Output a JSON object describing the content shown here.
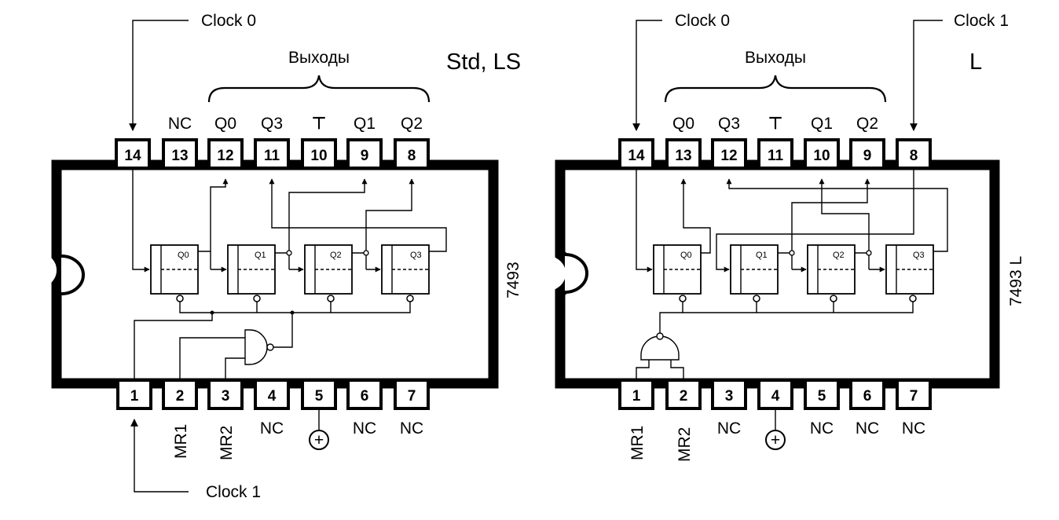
{
  "left_chip": {
    "variant": "Std, LS",
    "part": "7493",
    "outputs_label": "Выходы",
    "clock0": "Clock 0",
    "clock1": "Clock 1",
    "top_pins": [
      {
        "num": "14",
        "label": ""
      },
      {
        "num": "13",
        "label": "NC"
      },
      {
        "num": "12",
        "label": "Q0"
      },
      {
        "num": "11",
        "label": "Q3"
      },
      {
        "num": "10",
        "label": "⊤"
      },
      {
        "num": "9",
        "label": "Q1"
      },
      {
        "num": "8",
        "label": "Q2"
      }
    ],
    "bottom_pins": [
      {
        "num": "1",
        "label": ""
      },
      {
        "num": "2",
        "label": "MR1"
      },
      {
        "num": "3",
        "label": "MR2"
      },
      {
        "num": "4",
        "label": "NC"
      },
      {
        "num": "5",
        "label": "+"
      },
      {
        "num": "6",
        "label": "NC"
      },
      {
        "num": "7",
        "label": "NC"
      }
    ],
    "flipflops": [
      "Q0",
      "Q1",
      "Q2",
      "Q3"
    ]
  },
  "right_chip": {
    "variant": "L",
    "part": "7493 L",
    "outputs_label": "Выходы",
    "clock0": "Clock 0",
    "clock1": "Clock 1",
    "top_pins": [
      {
        "num": "14",
        "label": ""
      },
      {
        "num": "13",
        "label": "Q0"
      },
      {
        "num": "12",
        "label": "Q3"
      },
      {
        "num": "11",
        "label": "⊤"
      },
      {
        "num": "10",
        "label": "Q1"
      },
      {
        "num": "9",
        "label": "Q2"
      },
      {
        "num": "8",
        "label": ""
      }
    ],
    "bottom_pins": [
      {
        "num": "1",
        "label": "MR1"
      },
      {
        "num": "2",
        "label": "MR2"
      },
      {
        "num": "3",
        "label": "NC"
      },
      {
        "num": "4",
        "label": "+"
      },
      {
        "num": "5",
        "label": "NC"
      },
      {
        "num": "6",
        "label": "NC"
      },
      {
        "num": "7",
        "label": "NC"
      }
    ],
    "flipflops": [
      "Q0",
      "Q1",
      "Q2",
      "Q3"
    ]
  }
}
